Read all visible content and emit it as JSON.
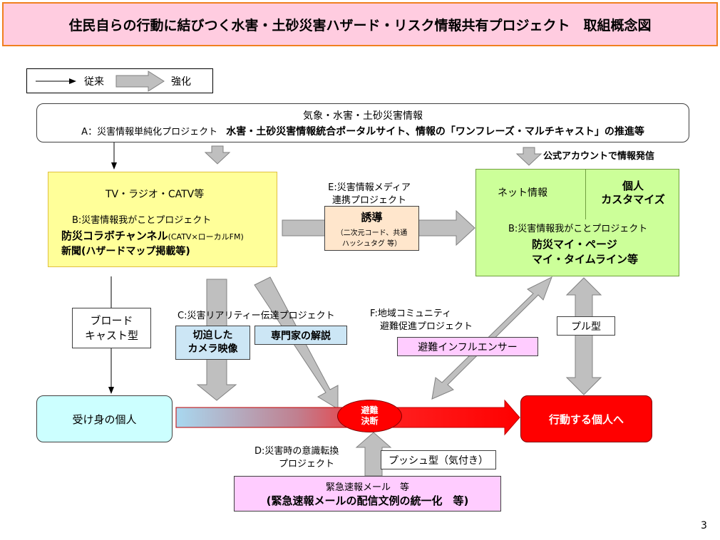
{
  "title": "住民自らの行動に結びつく水害・土砂災害ハザード・リスク情報共有プロジェクト　取組概念図",
  "legend": {
    "conventional": "従来",
    "enhanced": "強化"
  },
  "top_box": {
    "line1": "気象・水害・土砂災害情報",
    "project": "A：災害情報単純化プロジェクト",
    "main": "水害・土砂災害情報統合ポータルサイト、情報の「ワンフレーズ・マルチキャスト」の推進等"
  },
  "official_account": "公式アカウントで情報発信",
  "media_box": {
    "title": "TV・ラジオ・CATV等",
    "project": "B:災害情報我がことプロジェクト",
    "line1_main": "防災コラボチャンネル",
    "line1_sub": "(CATV×ローカルFM)",
    "line2": "新聞(ハザードマップ掲載等)"
  },
  "media_project": {
    "line1": "E:災害情報メディア",
    "line2": "連携プロジェクト"
  },
  "guide_box": {
    "title": "誘導",
    "line1": "（二次元コード、共通",
    "line2": "ハッシュタグ 等）"
  },
  "net_box": {
    "net": "ネット情報",
    "custom1": "個人",
    "custom2": "カスタマイズ",
    "project": "B:災害情報我がことプロジェクト",
    "line1": "防災マイ・ページ",
    "line2": "マイ・タイムライン等"
  },
  "broadcast": {
    "line1": "ブロード",
    "line2": "キャスト型"
  },
  "reality_project": "C:災害リアリティー伝達プロジェクト",
  "camera": {
    "line1": "切迫した",
    "line2": "カメラ映像"
  },
  "expert": "専門家の解説",
  "community_project": {
    "line1": "F:地域コミュニティ",
    "line2": "避難促進プロジェクト"
  },
  "influencer": "避難インフルエンサー",
  "pull": "プル型",
  "passive": "受け身の個人",
  "evac": {
    "line1": "避難",
    "line2": "決断"
  },
  "active": "行動する個人へ",
  "awareness_project": {
    "line1": "D:災害時の意識転換",
    "line2": "プロジェクト"
  },
  "push": "プッシュ型（気付き）",
  "mail": {
    "line1": "緊急速報メール　等",
    "line2": "(緊急速報メールの配信文例の統一化　等)"
  },
  "page_number": "3",
  "colors": {
    "title_bg": "#ffcce0",
    "title_border": "#f08020",
    "media_bg": "#ffff99",
    "media_border": "#e0c040",
    "net_bg": "#ccff99",
    "net_border": "#70a040",
    "passive_bg": "#ccffff",
    "active_bg": "#ff0000",
    "guide_bg": "#ffe6cc",
    "camera_bg": "#cce6f5",
    "influencer_bg": "#ffccff",
    "mail_bg": "#ffccff",
    "arrow_gray": "#bfbfbf"
  }
}
